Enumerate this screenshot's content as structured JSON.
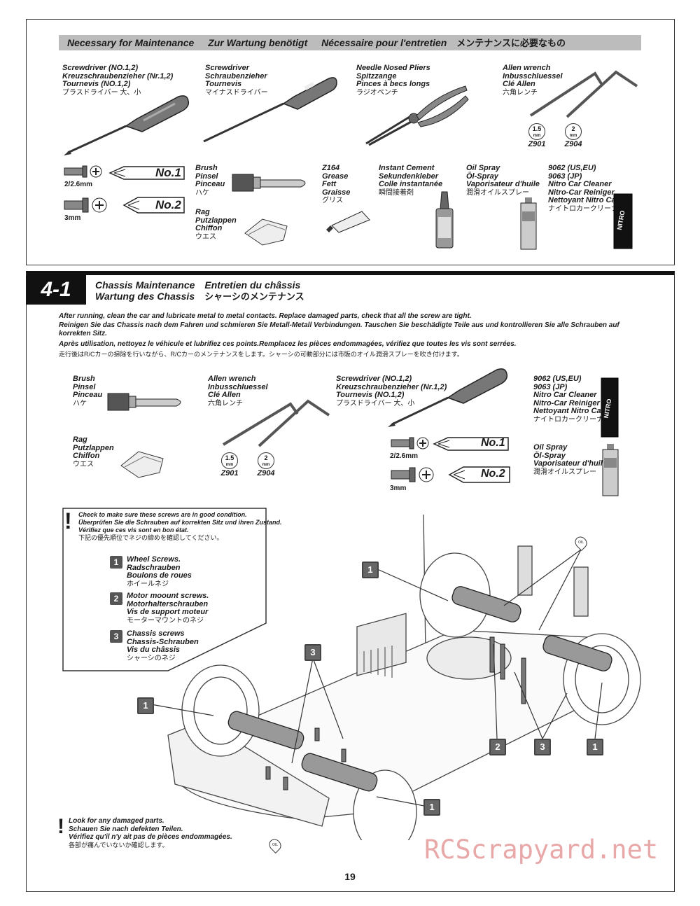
{
  "top_section": {
    "banner": [
      "Necessary for Maintenance",
      "Zur Wartung benötigt",
      "Nécessaire pour l'entretien",
      "メンテナンスに必要なもの"
    ],
    "tools": {
      "screwdriver_phillips": [
        "Screwdriver (NO.1,2)",
        "Kreuzschraubenzieher (Nr.1,2)",
        "Tournevis (NO.1,2)",
        "プラスドライバー 大、小"
      ],
      "screwdriver_flat": [
        "Screwdriver",
        "Schraubenzieher",
        "Tournevis",
        "マイナスドライバー"
      ],
      "pliers": [
        "Needle Nosed Pliers",
        "Spitzzange",
        "Pinces à becs longs",
        "ラジオペンチ"
      ],
      "allen": [
        "Allen wrench",
        "Inbusschluessel",
        "Clé Allen",
        "六角レンチ"
      ],
      "allen_sizes": [
        {
          "size": "1.5",
          "unit": "mm",
          "code": "Z901"
        },
        {
          "size": "2",
          "unit": "mm",
          "code": "Z904"
        }
      ],
      "screw_no1": {
        "size": "2/2.6mm",
        "label": "No.1"
      },
      "screw_no2": {
        "size": "3mm",
        "label": "No.2"
      },
      "brush": [
        "Brush",
        "Pinsel",
        "Pinceau",
        "ハケ"
      ],
      "rag": [
        "Rag",
        "Putzlappen",
        "Chiffon",
        "ウエス"
      ],
      "grease": [
        "Z164",
        "Grease",
        "Fett",
        "Graisse",
        "グリス"
      ],
      "cement": [
        "Instant Cement",
        "Sekundenkleber",
        "Colle instantanée",
        "瞬間接着剤"
      ],
      "oil": [
        "Oil Spray",
        "Öl-Spray",
        "Vaporisateur d'huile",
        "潤滑オイルスプレー"
      ],
      "cleaner": [
        "9062 (US,EU)",
        "9063 (JP)",
        "Nitro Car Cleaner",
        "Nitro-Car Reiniger",
        "Nettoyant Nitro Car",
        "ナイトロカークリーナー"
      ]
    }
  },
  "step": {
    "number": "4-1",
    "title_en": "Chassis Maintenance",
    "title_fr": "Entretien du châssis",
    "title_de": "Wartung des Chassis",
    "title_jp": "シャーシのメンテナンス",
    "instructions": [
      "After running, clean the car and lubricate metal to metal contacts. Replace damaged parts, check that all the screw are tight.",
      "Reinigen Sie das Chassis nach dem Fahren und schmieren Sie Metall-Metall Verbindungen. Tauschen Sie beschädigte Teile aus und kontrollieren Sie alle Schrauben auf korrekten Sitz.",
      "Après utilisation, nettoyez le véhicule et lubrifiez ces points.Remplacez les pièces endommagées, vérifiez que toutes les vis sont serrées.",
      "走行後はR/Cカーの掃除を行いながら、R/Cカーのメンテナンスをします。シャーシの可動部分には市販のオイル潤滑スプレーを吹き付けます。"
    ],
    "tools": {
      "brush": [
        "Brush",
        "Pinsel",
        "Pinceau",
        "ハケ"
      ],
      "rag": [
        "Rag",
        "Putzlappen",
        "Chiffon",
        "ウエス"
      ],
      "allen": [
        "Allen wrench",
        "Inbusschluessel",
        "Clé Allen",
        "六角レンチ"
      ],
      "allen_sizes": [
        {
          "size": "1.5",
          "unit": "mm",
          "code": "Z901"
        },
        {
          "size": "2",
          "unit": "mm",
          "code": "Z904"
        }
      ],
      "screwdriver": [
        "Screwdriver (NO.1,2)",
        "Kreuzschraubenzieher (Nr.1,2)",
        "Tournevis (NO.1,2)",
        "プラスドライバー 大、小"
      ],
      "screw_no1": {
        "size": "2/2.6mm",
        "label": "No.1"
      },
      "screw_no2": {
        "size": "3mm",
        "label": "No.2"
      },
      "cleaner": [
        "9062 (US,EU)",
        "9063 (JP)",
        "Nitro Car Cleaner",
        "Nitro-Car Reiniger",
        "Nettoyant Nitro Car",
        "ナイトロカークリーナー"
      ],
      "oil": [
        "Oil Spray",
        "Öl-Spray",
        "Vaporisateur d'huile",
        "潤滑オイルスプレー"
      ]
    },
    "check_box": {
      "header": [
        "Check to make sure these screws are in good condition.",
        "Überprüfen Sie die Schrauben auf korrekten Sitz und ihren Zustand.",
        "Vérifiez que ces vis sont en bon état.",
        "下記の優先順位でネジの締めを確認してください。"
      ],
      "items": [
        {
          "num": "1",
          "lines": [
            "Wheel Screws.",
            "Radschrauben",
            "Boulons de roues",
            "ホイールネジ"
          ]
        },
        {
          "num": "2",
          "lines": [
            "Motor moount screws.",
            "Motorhalterschrauben",
            "Vis de support moteur",
            "モーターマウントのネジ"
          ]
        },
        {
          "num": "3",
          "lines": [
            "Chassis screws",
            "Chassis-Schrauben",
            "Vis du châssis",
            "シャーシのネジ"
          ]
        }
      ]
    },
    "damage_note": [
      "Look for any damaged parts.",
      "Schauen Sie nach defekten Teilen.",
      "Vérifiez qu'il n'y ait pas de pièces endommagées.",
      "各部が痛んでいないか確認します。"
    ],
    "callouts": [
      "1",
      "1",
      "1",
      "1",
      "2",
      "3",
      "3"
    ],
    "oil_marks": [
      "OIL",
      "OIL"
    ]
  },
  "page_number": "19",
  "watermark": "RCScrapyard.net"
}
